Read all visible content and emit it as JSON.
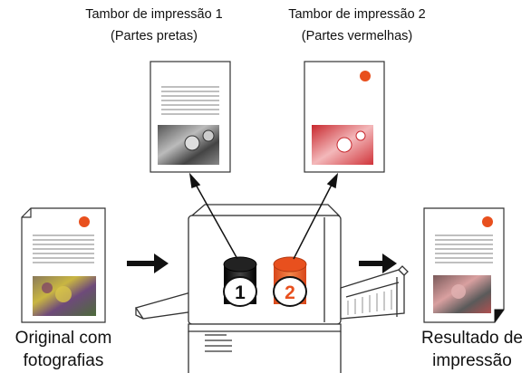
{
  "labels": {
    "drum1_title": "Tambor de impressão 1",
    "drum1_sub": "(Partes pretas)",
    "drum2_title": "Tambor de impressão 2",
    "drum2_sub": "(Partes vermelhas)",
    "original_line1": "Original com",
    "original_line2": "fotografias",
    "result_line1": "Resultado de",
    "result_line2": "impressão"
  },
  "drums": {
    "drum1_number": "1",
    "drum2_number": "2"
  },
  "colors": {
    "accent_red": "#e8501e",
    "dark": "#111111",
    "outline": "#333333"
  }
}
